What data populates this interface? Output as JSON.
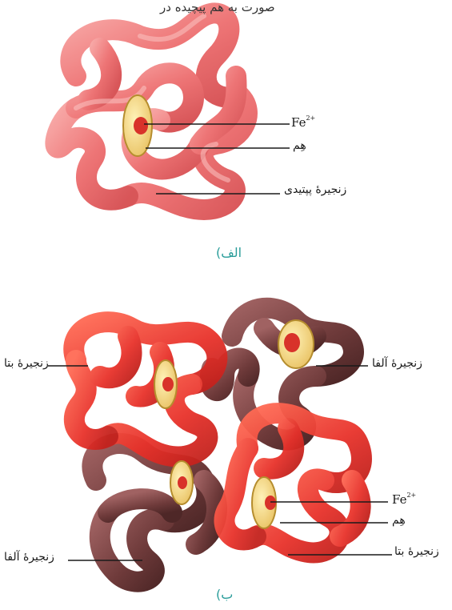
{
  "header_fragment": "صورت به هم پیچیده در",
  "figure_a": {
    "caption": "الف)",
    "labels": {
      "iron": "Fe",
      "iron_charge": "2+",
      "heme": "هِم",
      "chain": "زنجیرۀ پپتیدی"
    }
  },
  "figure_b": {
    "caption": "ب)",
    "labels": {
      "beta_top_left": "زنجیرۀ بتا",
      "alpha_top_right": "زنجیرۀ آلفا",
      "iron": "Fe",
      "iron_charge": "2+",
      "heme": "هِم",
      "beta_bottom_right": "زنجیرۀ بتا",
      "alpha_bottom_left": "زنجیرۀ آلفا"
    }
  },
  "colors": {
    "chain_pink": "#f0797a",
    "chain_red": "#e8322b",
    "chain_dark": "#6e3a3a",
    "heme_yellow": "#f2d27a",
    "iron_red": "#d8322a",
    "caption_teal": "#2a9d9a",
    "leader_line": "#1a1a1a"
  }
}
